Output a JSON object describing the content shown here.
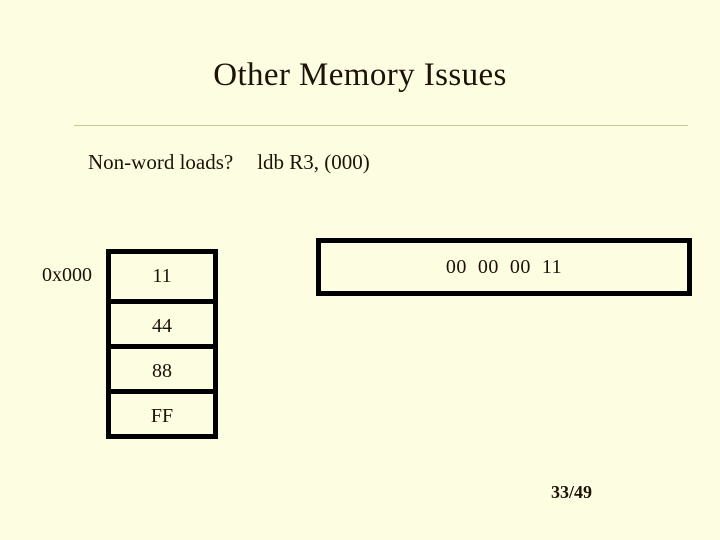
{
  "slide": {
    "title": "Other Memory Issues",
    "page_number": "33/49",
    "background_color": "#FDFDE2",
    "rule_color": "#c9c894",
    "text_color": "#1d1206",
    "box_border_color": "#000000"
  },
  "subtitle": {
    "question": "Non-word loads?",
    "instruction": "ldb  R3, (000)"
  },
  "memory": {
    "address_label": "0x000",
    "cells": [
      {
        "value": "11"
      },
      {
        "value": "44"
      },
      {
        "value": "88"
      },
      {
        "value": "FF"
      }
    ]
  },
  "register": {
    "value": "00  00  00  11"
  }
}
